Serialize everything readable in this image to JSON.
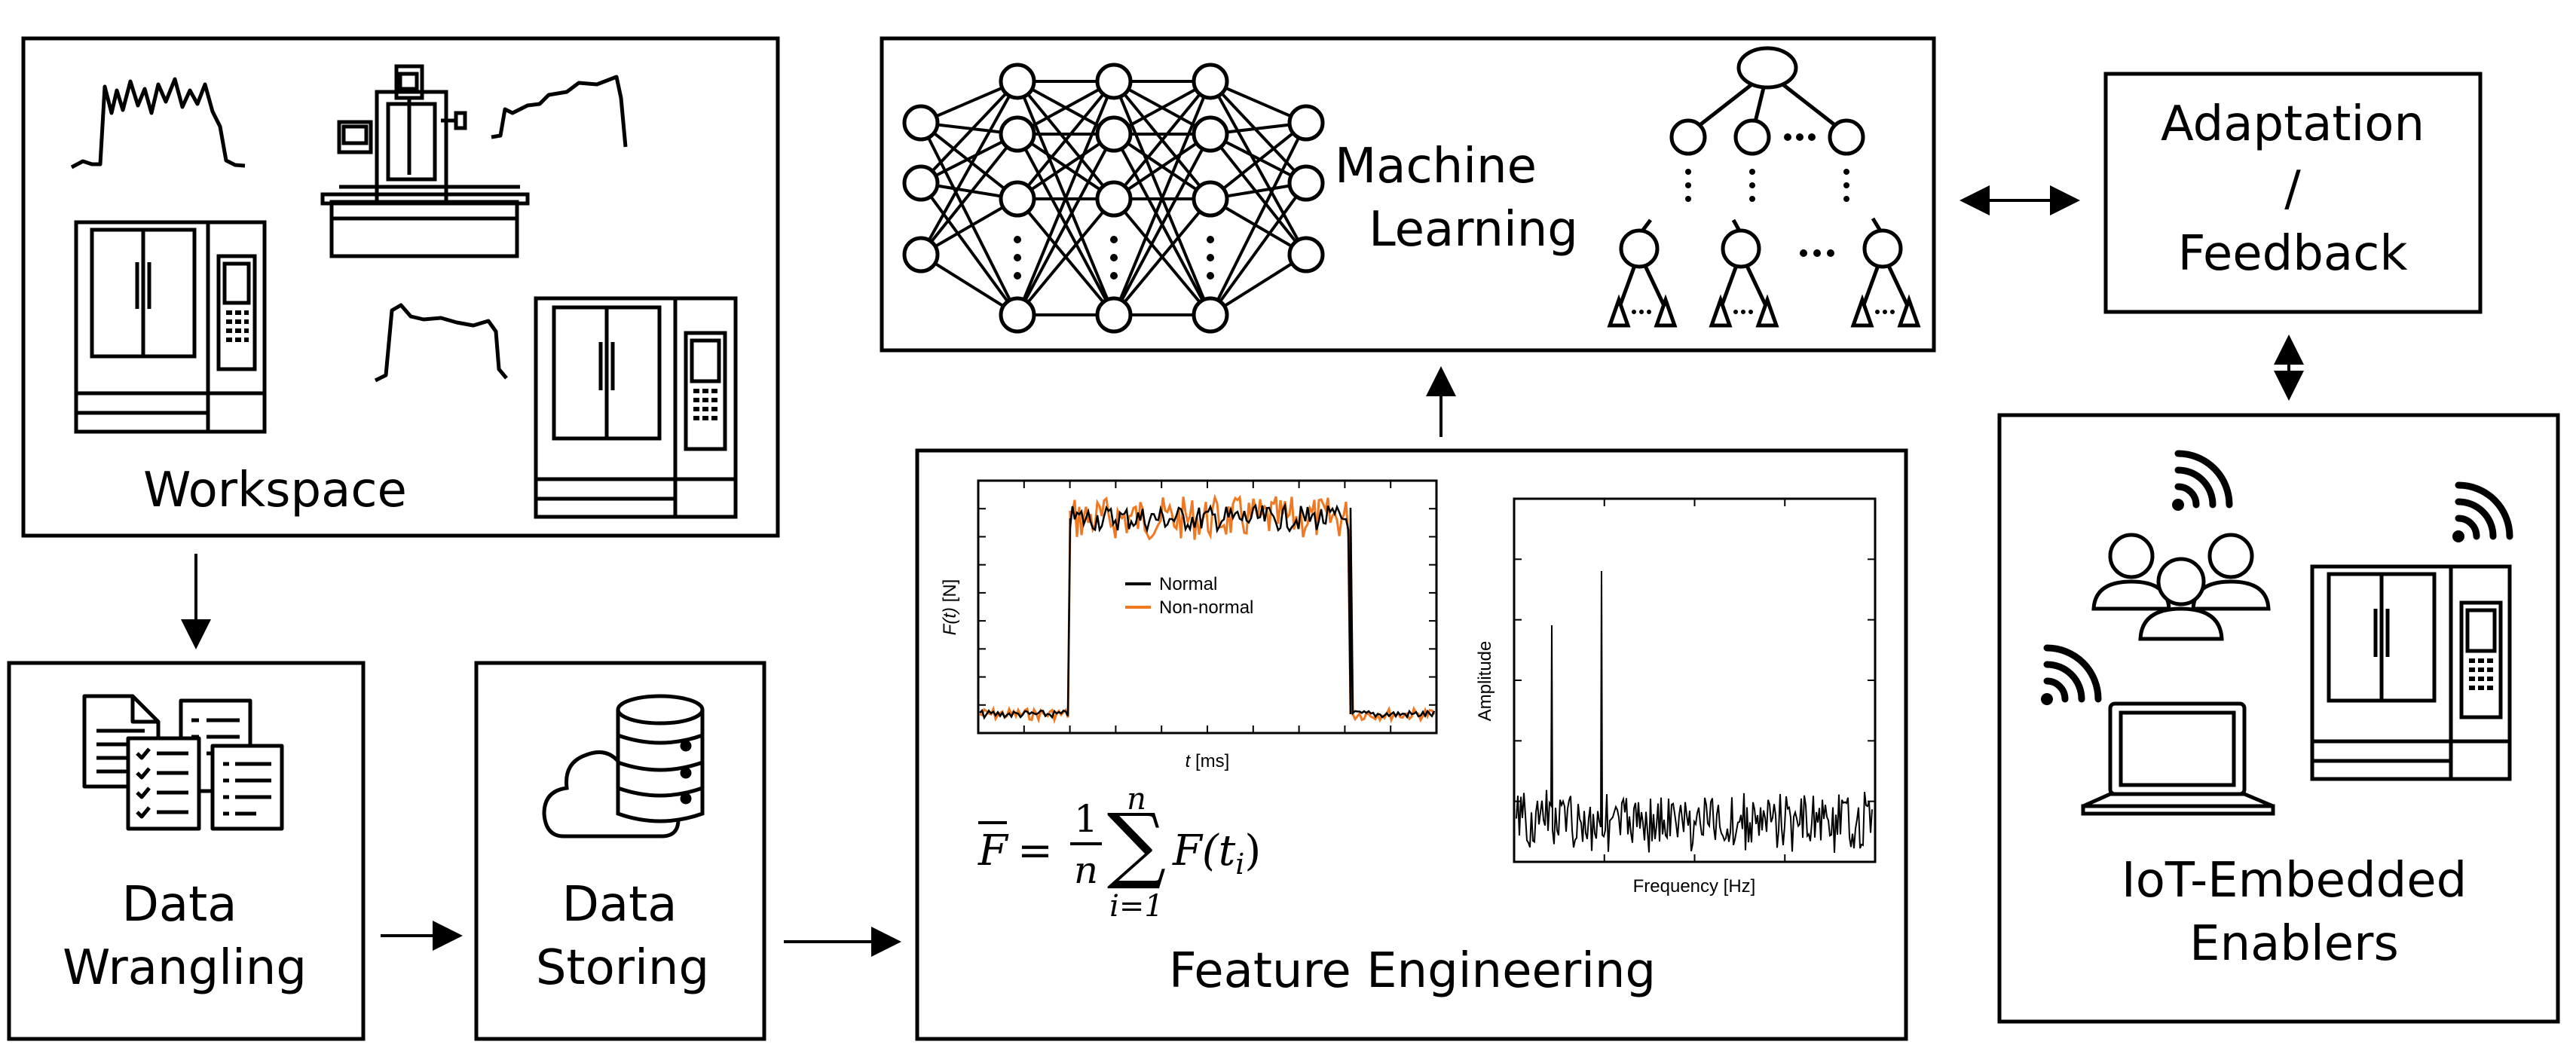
{
  "boxes": {
    "workspace": "Workspace",
    "wrangling_1": "Data",
    "wrangling_2": "Wrangling",
    "storing_1": "Data",
    "storing_2": "Storing",
    "feature": "Feature Engineering",
    "ml_1": "Machine",
    "ml_2": "Learning",
    "adapt_1": "Adaptation",
    "adapt_2": "/",
    "adapt_3": "Feedback",
    "iot_1": "IoT-Embedded",
    "iot_2": "Enablers"
  },
  "icons": [
    "force-curve-icon",
    "milling-machine-icon",
    "cnc-machine-icon",
    "documents-icon",
    "cloud-database-icon",
    "neural-network-icon",
    "decision-tree-icon",
    "wifi-icon",
    "users-icon",
    "laptop-icon"
  ],
  "formula": {
    "lhs": "F",
    "frac_num": "1",
    "frac_den": "n",
    "sum_top": "n",
    "sum_bottom": "i=1",
    "term": "F(t",
    "term_sub": "i",
    "term_end": ")"
  },
  "chart_data": [
    {
      "type": "line",
      "xlabel_italic": "t",
      "xlabel_unit": " [ms]",
      "ylabel_italic": "F(t)",
      "ylabel_unit": " [N]",
      "series": [
        {
          "name": "Normal",
          "color": "#000000",
          "shape": "square pulse with noise"
        },
        {
          "name": "Non-normal",
          "color": "#f07820",
          "shape": "square pulse with larger noise"
        }
      ]
    },
    {
      "type": "line",
      "xlabel": "Frequency [Hz]",
      "ylabel": "Amplitude",
      "series": [
        {
          "color": "#000000",
          "shape": "noisy spectrum with two sharp peaks"
        }
      ]
    }
  ]
}
